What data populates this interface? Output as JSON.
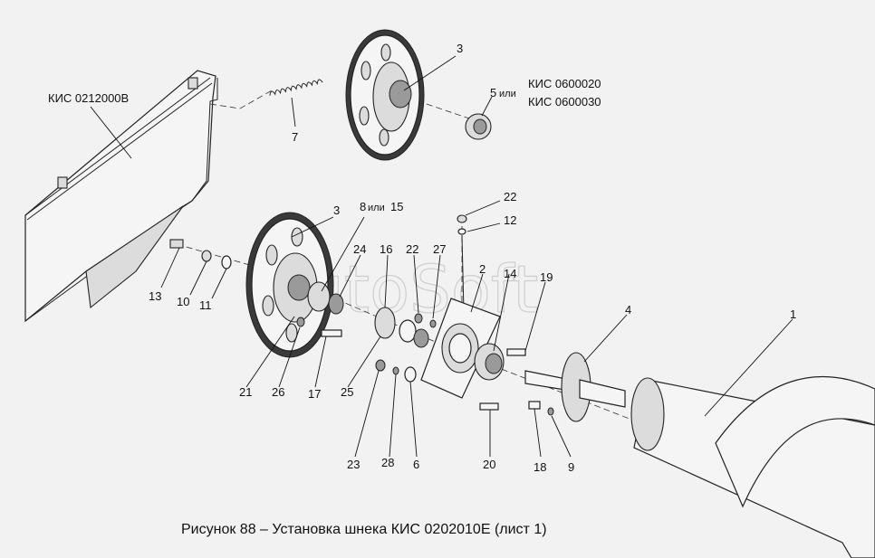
{
  "watermark": "AutoSoft",
  "caption": "Рисунок 88 – Установка шнека КИС 0202010Е (лист 1)",
  "labels": {
    "kis_frame": "КИС 0212000В",
    "kis_a": "КИС 0600020",
    "kis_b": "КИС 0600030",
    "p1": "1",
    "p2": "2",
    "p3a": "3",
    "p3b": "3",
    "p4": "4",
    "p5": "5",
    "p5_or": "или",
    "p6": "6",
    "p7": "7",
    "p8": "8",
    "p8_or": "или",
    "p15": "15",
    "p9": "9",
    "p10": "10",
    "p11": "11",
    "p12": "12",
    "p13": "13",
    "p14": "14",
    "p16": "16",
    "p17": "17",
    "p18": "18",
    "p19": "19",
    "p20": "20",
    "p21": "21",
    "p22a": "22",
    "p22b": "22",
    "p23": "23",
    "p24": "24",
    "p25": "25",
    "p26": "26",
    "p27": "27",
    "p28": "28"
  }
}
